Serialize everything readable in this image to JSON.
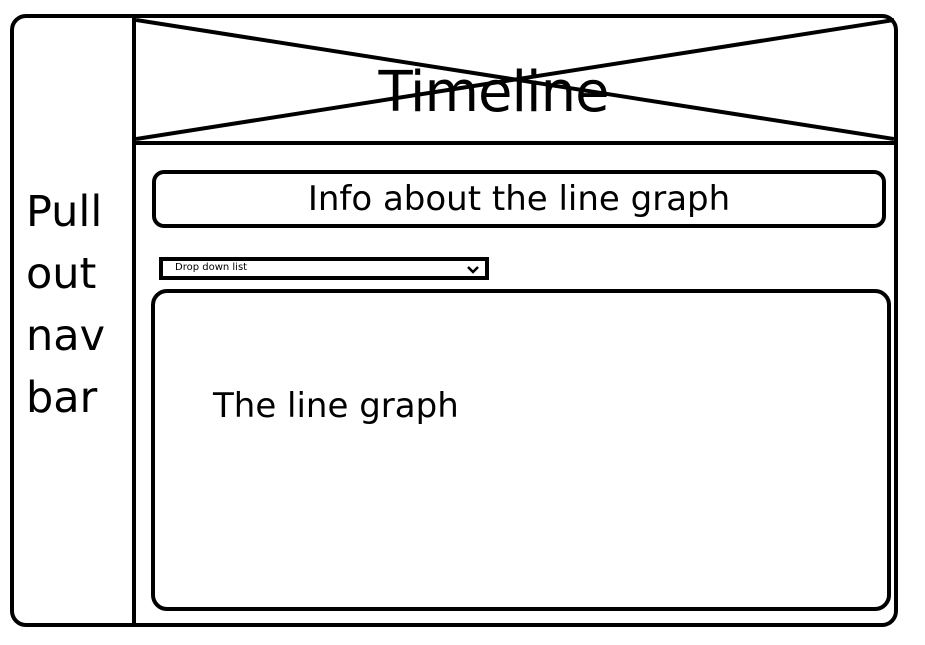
{
  "sidebar": {
    "label": "Pull\nout\nnav\nbar"
  },
  "header": {
    "title": "Timeline"
  },
  "info": {
    "label": "Info about the line graph"
  },
  "dropdown": {
    "label": "Drop down list",
    "icon": "chevron-down-icon"
  },
  "graph": {
    "label": "The line graph"
  },
  "colors": {
    "stroke": "#000000",
    "background": "#ffffff"
  }
}
